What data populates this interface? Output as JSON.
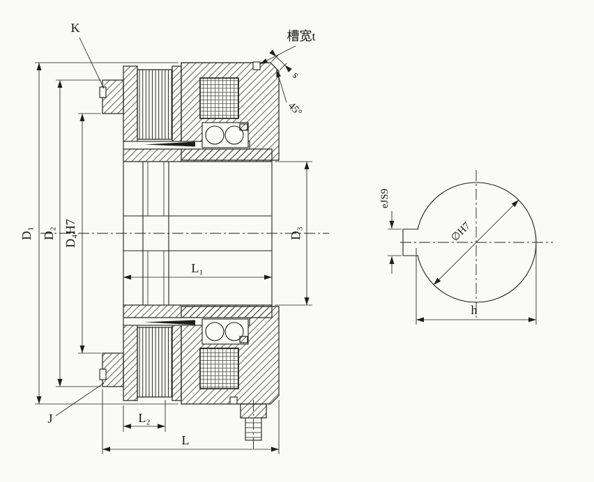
{
  "drawing_labels": {
    "k": "K",
    "groove_width_t": "槽宽t",
    "s": "s",
    "angle": "45°",
    "d1": "D₁",
    "d2": "D₂",
    "d4h7": "D₄H7",
    "d3": "D₃",
    "l1": "L₁",
    "l2": "L₂",
    "l": "L",
    "j": "J",
    "e_js9": "eJS9",
    "phi_h7": "∅H7",
    "h": "h"
  },
  "colors": {
    "ink": "#1e1e1e",
    "paper": "#fafaf8"
  }
}
